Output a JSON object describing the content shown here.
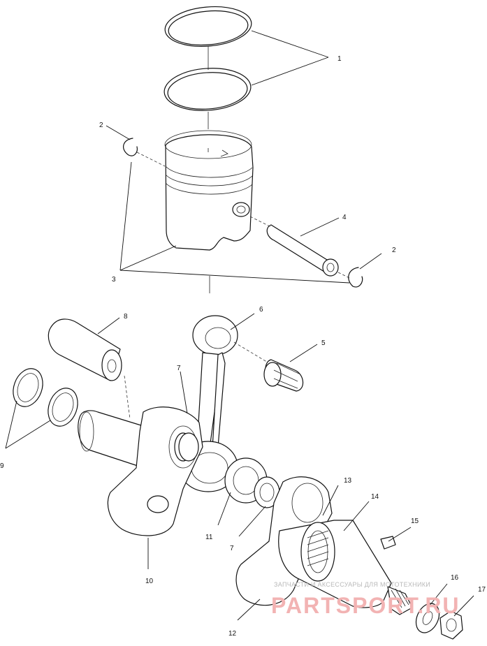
{
  "callouts": [
    "1",
    "2",
    "2",
    "3",
    "4",
    "5",
    "6",
    "7",
    "7",
    "8",
    "9",
    "10",
    "11",
    "12",
    "13",
    "14",
    "15",
    "16",
    "17"
  ],
  "watermark": {
    "caption": "ЗАПЧАСТИ И АКСЕССУАРЫ ДЛЯ МОТОТЕХНИКИ",
    "site": "PARTSPORT.RU"
  }
}
